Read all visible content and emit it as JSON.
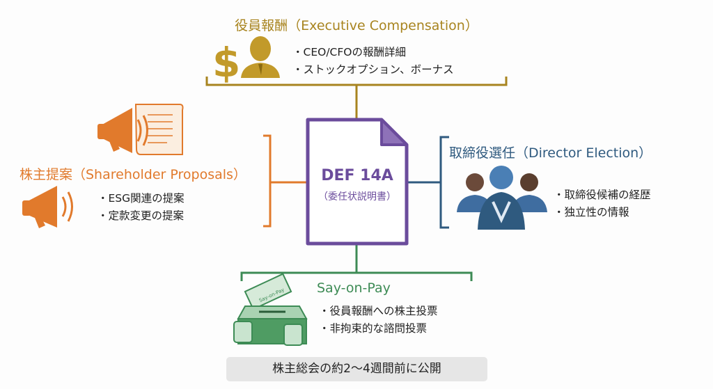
{
  "colors": {
    "gold": "#a8841f",
    "orange": "#e17a2c",
    "purple": "#6b4c9c",
    "blue": "#2f5a7f",
    "green": "#3d8b55"
  },
  "center": {
    "title": "DEF 14A",
    "subtitle": "（委任状説明書）"
  },
  "top": {
    "title": "役員報酬（Executive Compensation）",
    "bullets": [
      "・CEO/CFOの報酬詳細",
      "・ストックオプション、ボーナス"
    ]
  },
  "left": {
    "title": "株主提案（Shareholder Proposals）",
    "bullets": [
      "・ESG関連の提案",
      "・定款変更の提案"
    ]
  },
  "right": {
    "title": "取締役選任（Director Election）",
    "bullets": [
      "・取締役候補の経歴",
      "・独立性の情報"
    ]
  },
  "bottom": {
    "title": "Say-on-Pay",
    "ballot_label": "Say-on-Pay",
    "bullets": [
      "・役員報酬への株主投票",
      "・非拘束的な諮問投票"
    ]
  },
  "footer": {
    "text": "株主総会の約2〜4週間前に公開"
  }
}
